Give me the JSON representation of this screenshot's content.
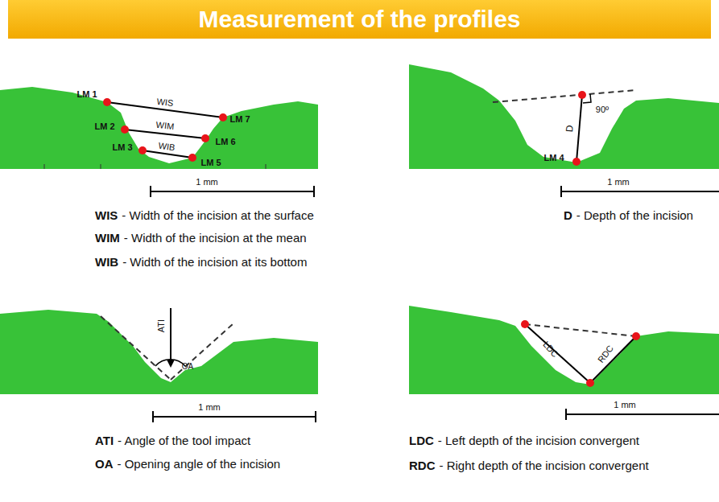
{
  "diagram": {
    "title": "Measurement of the profiles",
    "labels": [
      "LM 1",
      "WIS",
      "LM 7",
      "LM 2",
      "WIM",
      "LM 6",
      "LM 3",
      "WIB",
      "LM 5",
      "1 mm",
      "WIS",
      "- Width of the incision at the surface",
      "WIM",
      "- Width of the incision at the mean",
      "WIB",
      "- Width of the incision at its bottom",
      "90º",
      "D",
      "LM 4",
      "1 mm",
      "D",
      "- Depth of the incision",
      "ATI",
      "OA",
      "1 mm",
      "ATI",
      "- Angle of the tool impact",
      "OA",
      "- Opening angle of the incision",
      "LDC",
      "RDC",
      "1 mm",
      "LDC",
      "- Left depth of the incision convergent",
      "RDC",
      "- Right depth of the incision convergent"
    ]
  }
}
